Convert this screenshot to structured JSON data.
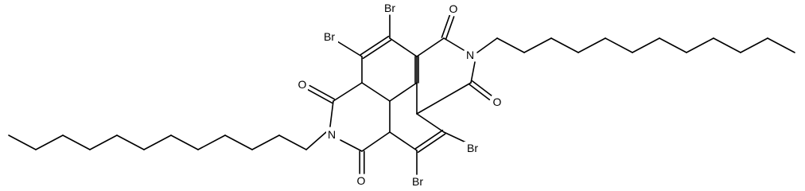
{
  "molecule": {
    "atoms": {
      "br1": "Br",
      "br2": "Br",
      "br3": "Br",
      "br4": "Br",
      "o1": "O",
      "o2": "O",
      "o3": "O",
      "o4": "O",
      "n1": "N",
      "n2": "N"
    },
    "colors": {
      "line": "#000000",
      "text": "#000000",
      "background": "#ffffff"
    }
  }
}
